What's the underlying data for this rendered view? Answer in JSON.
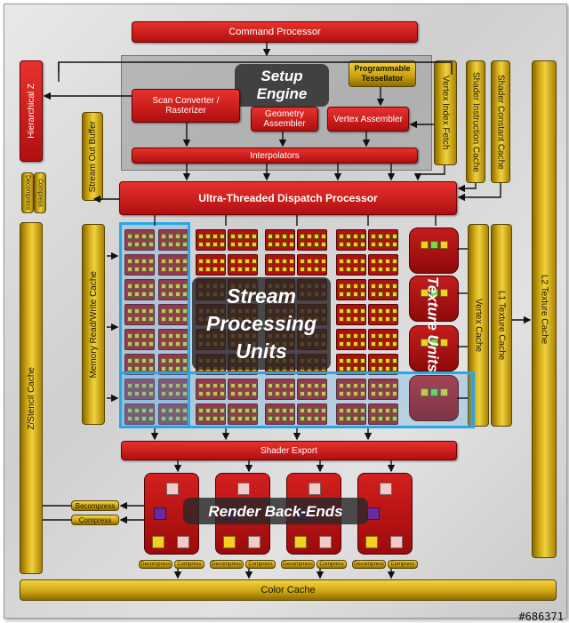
{
  "blocks": {
    "command_processor": "Command Processor",
    "setup_engine": "Setup Engine",
    "scan_converter": "Scan Converter / Rasterizer",
    "geometry_assembler": "Geometry Assembler",
    "vertex_assembler": "Vertex Assembler",
    "programmable_tessellator": "Programmable Tessellator",
    "vertex_index_fetch": "Vertex Index Fetch",
    "shader_instruction_cache": "Shader Instruction Cache",
    "shader_constant_cache": "Shader Constant Cache",
    "hierarchical_z": "Hierarchical Z",
    "stream_out_buffer": "Stream Out Buffer",
    "interpolators": "Interpolators",
    "dispatch_processor": "Ultra-Threaded Dispatch Processor",
    "memory_rw_cache": "Memory Read/Write Cache",
    "zstencil_cache": "Z/Stencil Cache",
    "stream_processing_units": "Stream Processing Units",
    "texture_units": "Texture Units",
    "vertex_cache": "Vertex Cache",
    "l1_texture_cache": "L1 Texture Cache",
    "l2_texture_cache": "L2 Texture Cache",
    "shader_export": "Shader Export",
    "render_back_ends": "Render Back-Ends",
    "decompress": "Decompress",
    "compress": "Compress",
    "becompress": "Becompress",
    "color_cache": "Color Cache"
  },
  "watermark": "#686371",
  "colors": {
    "red": "#c4161a",
    "gold": "#e0bb22",
    "blue": "#2aa6e6"
  }
}
